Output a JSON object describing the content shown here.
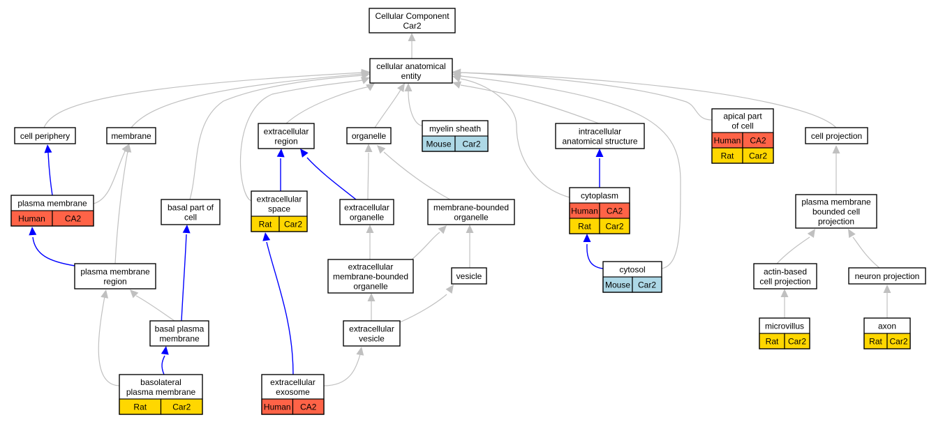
{
  "colors": {
    "human": "#ff6347",
    "rat": "#ffd700",
    "mouse": "#add8e6",
    "gray_edge": "#c0c0c0",
    "blue_edge": "#0000ff"
  },
  "nodes": {
    "root": [
      "Cellular Component",
      "Car2"
    ],
    "cae": [
      "cellular anatomical",
      "entity"
    ],
    "cell_periphery": [
      "cell periphery"
    ],
    "membrane": [
      "membrane"
    ],
    "extracellular_region": [
      "extracellular",
      "region"
    ],
    "organelle": [
      "organelle"
    ],
    "myelin_sheath": [
      "myelin sheath"
    ],
    "intracellular": [
      "intracellular",
      "anatomical structure"
    ],
    "apical": [
      "apical part",
      "of cell"
    ],
    "cell_projection": [
      "cell projection"
    ],
    "plasma_membrane": [
      "plasma membrane"
    ],
    "basal_part": [
      "basal part of",
      "cell"
    ],
    "extracellular_space": [
      "extracellular",
      "space"
    ],
    "extracellular_organelle": [
      "extracellular",
      "organelle"
    ],
    "mbo": [
      "membrane-bounded",
      "organelle"
    ],
    "cytoplasm": [
      "cytoplasm"
    ],
    "pmbcp": [
      "plasma membrane",
      "bounded cell",
      "projection"
    ],
    "pm_region": [
      "plasma membrane",
      "region"
    ],
    "emo": [
      "extracellular",
      "membrane-bounded",
      "organelle"
    ],
    "vesicle": [
      "vesicle"
    ],
    "cytosol": [
      "cytosol"
    ],
    "actin": [
      "actin-based",
      "cell projection"
    ],
    "neuron_projection": [
      "neuron projection"
    ],
    "basal_pm": [
      "basal plasma",
      "membrane"
    ],
    "ext_vesicle": [
      "extracellular",
      "vesicle"
    ],
    "microvillus": [
      "microvillus"
    ],
    "axon": [
      "axon"
    ],
    "basolateral": [
      "basolateral",
      "plasma membrane"
    ],
    "exosome": [
      "extracellular",
      "exosome"
    ]
  },
  "annotations": {
    "myelin_sheath": [
      [
        "Mouse",
        "Car2"
      ]
    ],
    "apical": [
      [
        "Human",
        "CA2"
      ],
      [
        "Rat",
        "Car2"
      ]
    ],
    "plasma_membrane": [
      [
        "Human",
        "CA2"
      ]
    ],
    "extracellular_space": [
      [
        "Rat",
        "Car2"
      ]
    ],
    "cytoplasm": [
      [
        "Human",
        "CA2"
      ],
      [
        "Rat",
        "Car2"
      ]
    ],
    "cytosol": [
      [
        "Mouse",
        "Car2"
      ]
    ],
    "microvillus": [
      [
        "Rat",
        "Car2"
      ]
    ],
    "axon": [
      [
        "Rat",
        "Car2"
      ]
    ],
    "basolateral": [
      [
        "Rat",
        "Car2"
      ]
    ],
    "exosome": [
      [
        "Human",
        "CA2"
      ]
    ]
  }
}
